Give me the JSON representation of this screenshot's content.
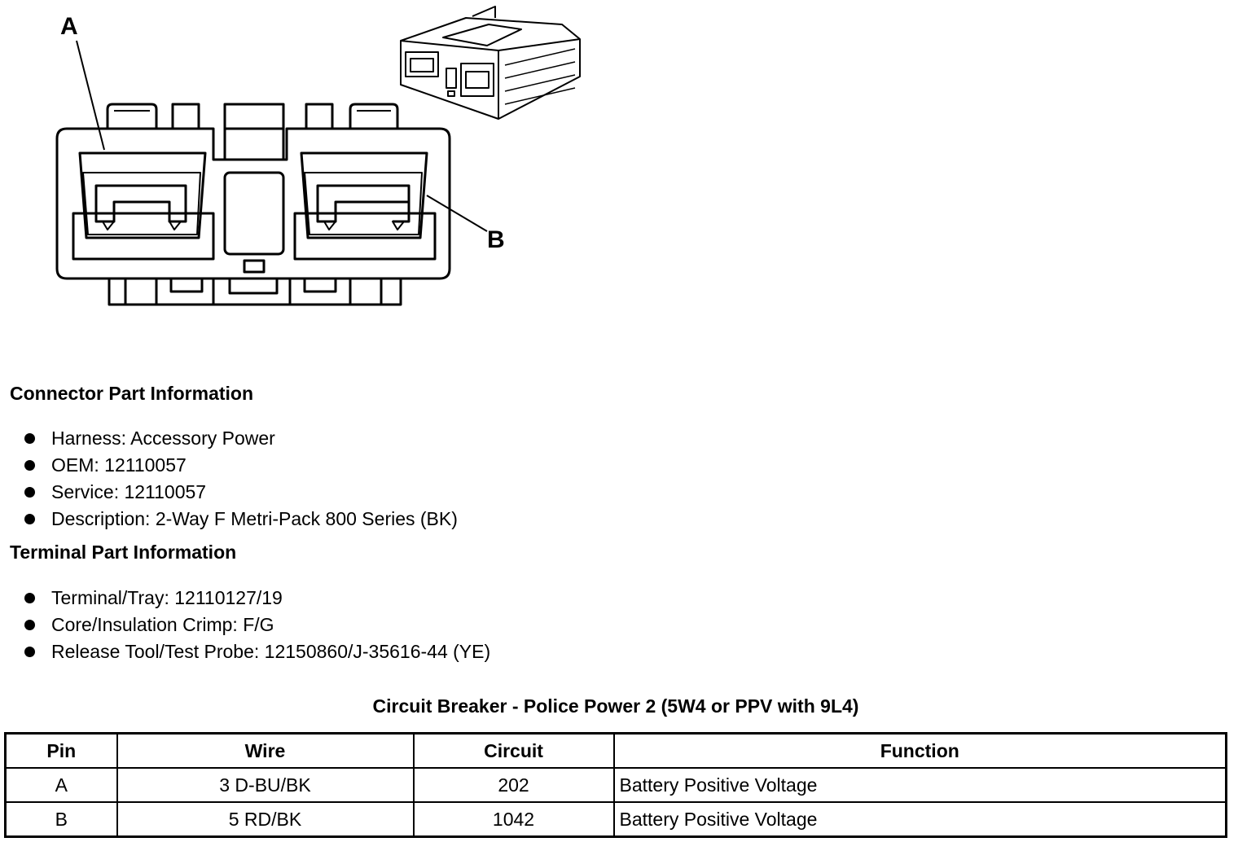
{
  "diagram": {
    "callouts": [
      "A",
      "B"
    ]
  },
  "connector_info": {
    "heading": "Connector Part Information",
    "items": [
      "Harness: Accessory Power",
      "OEM: 12110057",
      "Service: 12110057",
      "Description: 2-Way F Metri-Pack 800 Series (BK)"
    ]
  },
  "terminal_info": {
    "heading": "Terminal Part Information",
    "items": [
      "Terminal/Tray: 12110127/19",
      "Core/Insulation Crimp: F/G",
      "Release Tool/Test Probe: 12150860/J-35616-44 (YE)"
    ]
  },
  "table": {
    "title": "Circuit Breaker - Police Power 2 (5W4 or PPV with 9L4)",
    "headers": [
      "Pin",
      "Wire",
      "Circuit",
      "Function"
    ],
    "rows": [
      [
        "A",
        "3 D-BU/BK",
        "202",
        "Battery Positive Voltage"
      ],
      [
        "B",
        "5 RD/BK",
        "1042",
        "Battery Positive Voltage"
      ]
    ]
  }
}
